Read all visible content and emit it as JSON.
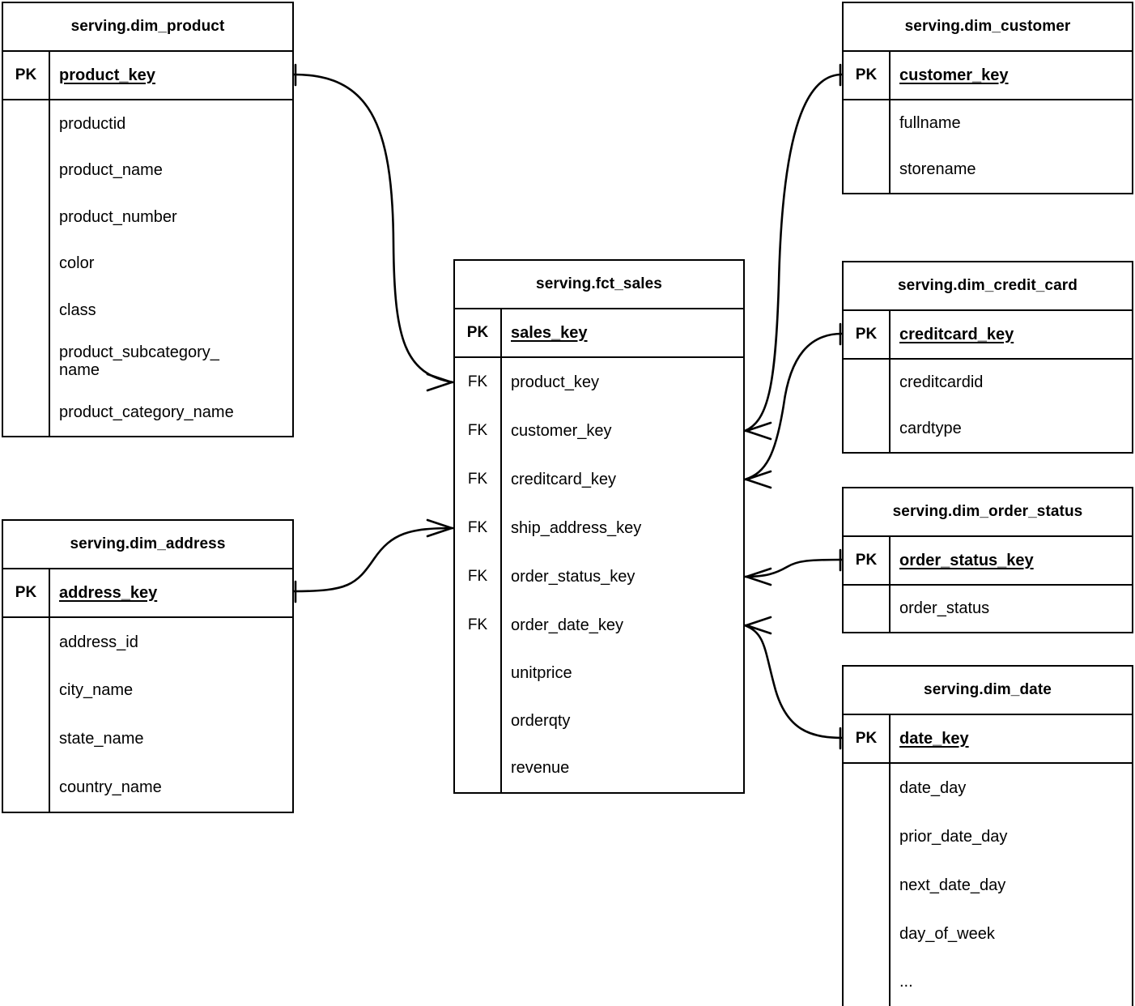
{
  "diagram": {
    "type": "entity-relationship-diagram",
    "notation": "crow's-foot",
    "background_color": "#ffffff",
    "line_color": "#000000"
  },
  "entities": [
    {
      "id": "dim_product",
      "title": "serving.dim_product",
      "key_label": "PK",
      "primary_key": "product_key",
      "attributes": [
        "productid",
        "product_name",
        "product_number",
        "color",
        "class",
        "product_subcategory_\nname",
        "product_category_name"
      ]
    },
    {
      "id": "dim_address",
      "title": "serving.dim_address",
      "key_label": "PK",
      "primary_key": "address_key",
      "attributes": [
        "address_id",
        "city_name",
        "state_name",
        "country_name"
      ]
    },
    {
      "id": "fct_sales",
      "title": "serving.fct_sales",
      "key_label": "PK",
      "primary_key": "sales_key",
      "foreign_key_label": "FK",
      "foreign_keys": [
        "product_key",
        "customer_key",
        "creditcard_key",
        "ship_address_key",
        "order_status_key",
        "order_date_key"
      ],
      "measures": [
        "unitprice",
        "orderqty",
        "revenue"
      ]
    },
    {
      "id": "dim_customer",
      "title": "serving.dim_customer",
      "key_label": "PK",
      "primary_key": "customer_key",
      "attributes": [
        "fullname",
        "storename"
      ]
    },
    {
      "id": "dim_credit_card",
      "title": "serving.dim_credit_card",
      "key_label": "PK",
      "primary_key": "creditcard_key",
      "attributes": [
        "creditcardid",
        "cardtype"
      ]
    },
    {
      "id": "dim_order_status",
      "title": "serving.dim_order_status",
      "key_label": "PK",
      "primary_key": "order_status_key",
      "attributes": [
        "order_status"
      ]
    },
    {
      "id": "dim_date",
      "title": "serving.dim_date",
      "key_label": "PK",
      "primary_key": "date_key",
      "attributes": [
        "date_day",
        "prior_date_day",
        "next_date_day",
        "day_of_week",
        "..."
      ]
    }
  ],
  "relationships": [
    {
      "from": "dim_product.product_key",
      "to": "fct_sales.product_key",
      "from_cardinality": "one",
      "to_cardinality": "many"
    },
    {
      "from": "dim_address.address_key",
      "to": "fct_sales.ship_address_key",
      "from_cardinality": "one",
      "to_cardinality": "many"
    },
    {
      "from": "dim_customer.customer_key",
      "to": "fct_sales.customer_key",
      "from_cardinality": "one",
      "to_cardinality": "many"
    },
    {
      "from": "dim_credit_card.creditcard_key",
      "to": "fct_sales.creditcard_key",
      "from_cardinality": "one",
      "to_cardinality": "many"
    },
    {
      "from": "dim_order_status.order_status_key",
      "to": "fct_sales.order_status_key",
      "from_cardinality": "one",
      "to_cardinality": "many"
    },
    {
      "from": "dim_date.date_key",
      "to": "fct_sales.order_date_key",
      "from_cardinality": "one",
      "to_cardinality": "many"
    }
  ]
}
